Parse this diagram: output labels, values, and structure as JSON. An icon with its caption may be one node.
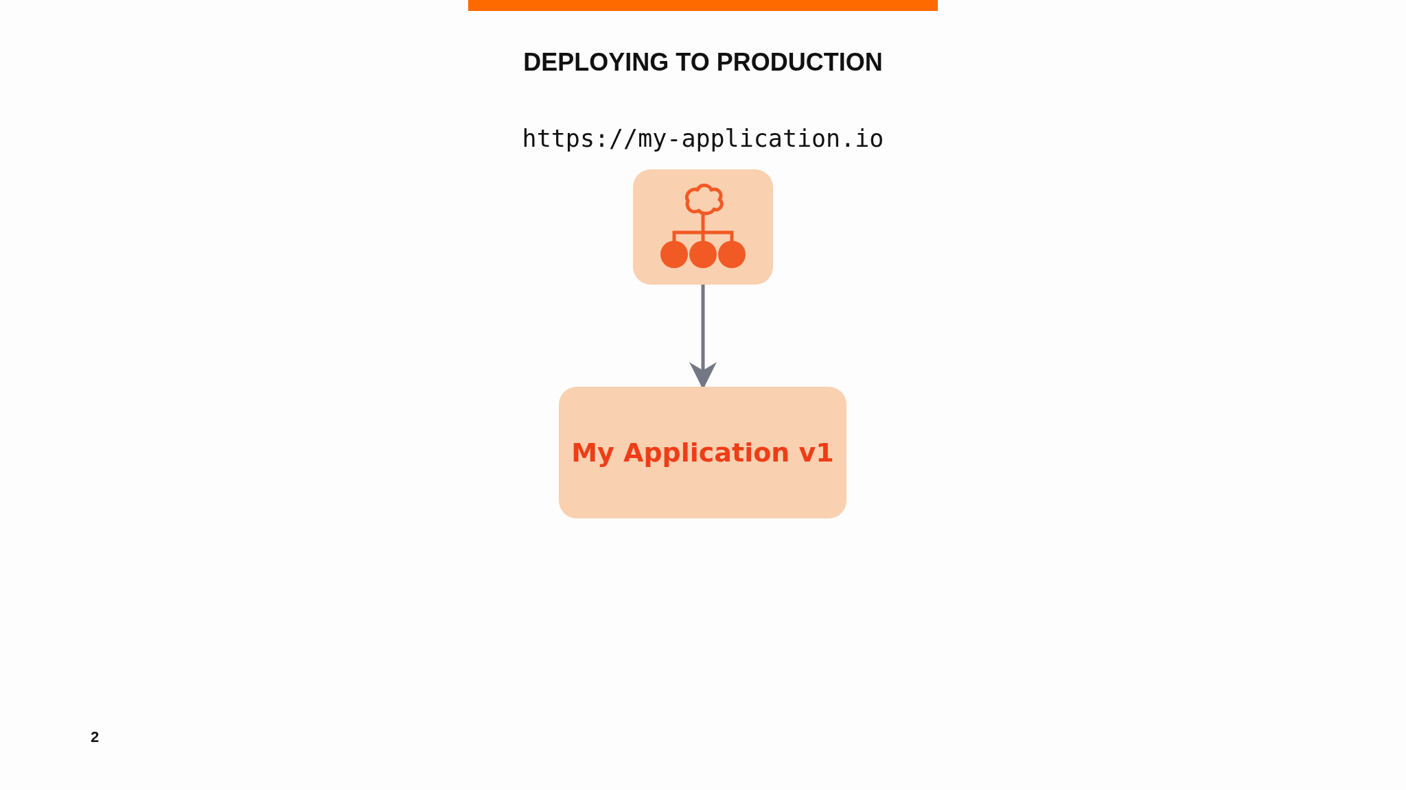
{
  "diagram": {
    "title": "DEPLOYING TO PRODUCTION",
    "nodes": [
      {
        "text": [],
        "shape": "box",
        "beside": [
          "https://my-application.io"
        ]
      },
      {
        "text": [
          "My Application v1"
        ]
      }
    ],
    "edges": [
      {
        "from": 0,
        "to": 1,
        "arrow": "to"
      }
    ],
    "labels": [
      "2"
    ]
  }
}
